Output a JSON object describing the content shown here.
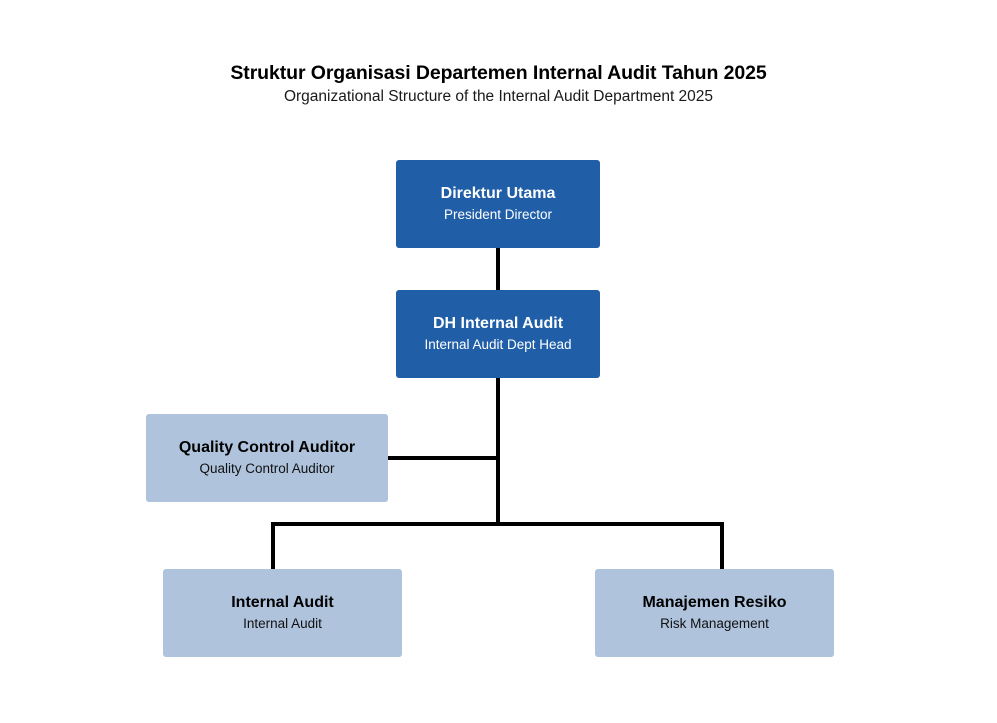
{
  "header": {
    "title": "Struktur Organisasi Departemen Internal Audit Tahun 2025",
    "subtitle": "Organizational Structure of the Internal Audit Department 2025"
  },
  "colors": {
    "primary_node": "#205FA8",
    "secondary_node": "#AFC3DD",
    "connector": "#000000",
    "primary_text": "#FFFFFF",
    "secondary_text": "#000000",
    "background": "#FFFFFF"
  },
  "nodes": [
    {
      "id": "direktur-utama",
      "title": "Direktur Utama",
      "subtitle": "President Director",
      "level": 0,
      "style": "primary"
    },
    {
      "id": "dh-internal-audit",
      "title": "DH Internal Audit",
      "subtitle": "Internal Audit Dept Head",
      "level": 1,
      "style": "primary"
    },
    {
      "id": "quality-control-auditor",
      "title": "Quality Control Auditor",
      "subtitle": "Quality Control Auditor",
      "level": 2,
      "style": "secondary"
    },
    {
      "id": "internal-audit",
      "title": "Internal Audit",
      "subtitle": "Internal Audit",
      "level": 3,
      "style": "secondary"
    },
    {
      "id": "manajemen-resiko",
      "title": "Manajemen Resiko",
      "subtitle": "Risk Management",
      "level": 3,
      "style": "secondary"
    }
  ]
}
